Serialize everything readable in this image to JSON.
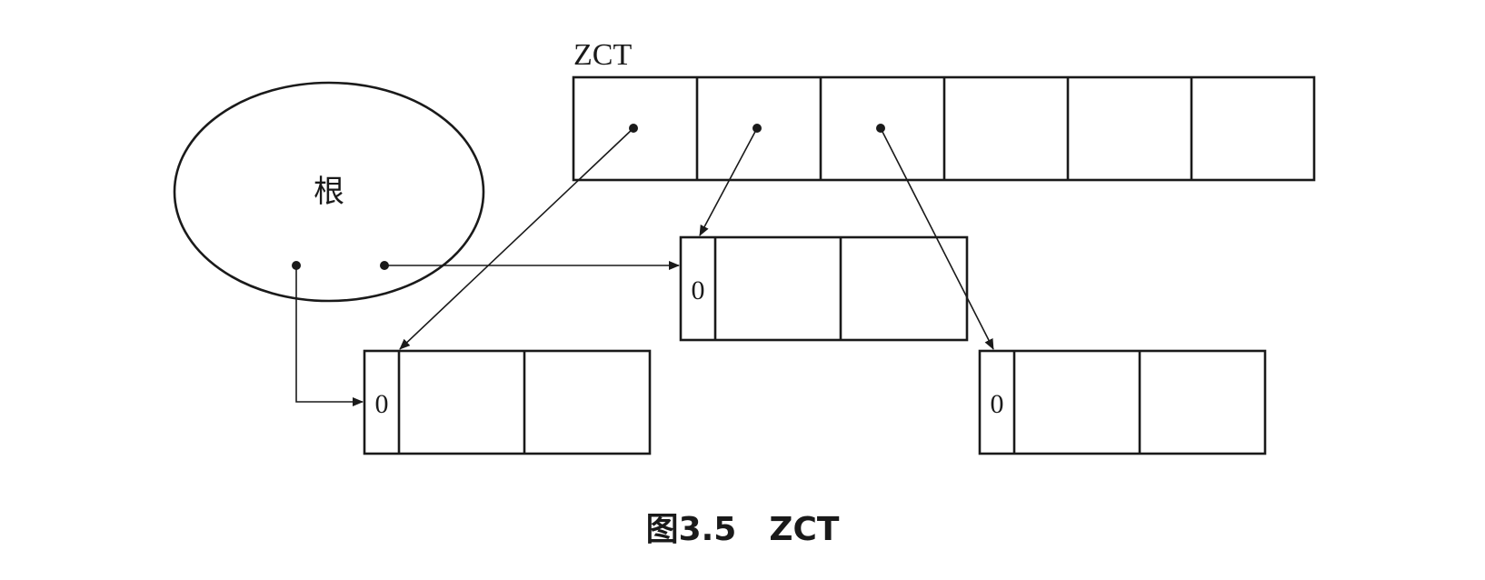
{
  "diagram": {
    "zct_label": "ZCT",
    "root_label": "根",
    "objects": [
      {
        "refcount": "0"
      },
      {
        "refcount": "0"
      },
      {
        "refcount": "0"
      }
    ],
    "caption": "图3.5　ZCT"
  }
}
